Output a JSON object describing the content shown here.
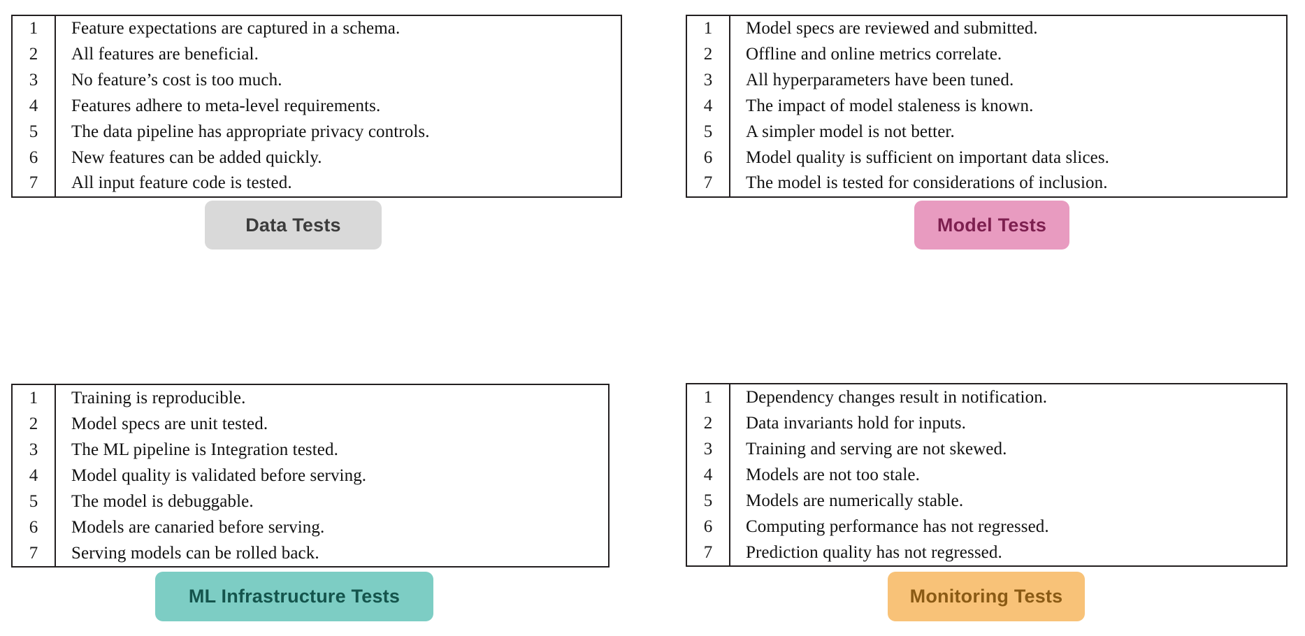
{
  "figure": {
    "kind": "ml-test-score-rubric",
    "quadrant_count": 4,
    "rows_per_table": 7
  },
  "quadrants": [
    {
      "id": "data-tests",
      "badge": {
        "label": "Data Tests",
        "bg_color": "#d9d9d9",
        "text_color": "#3c3c3c"
      },
      "rows": [
        {
          "num": "1",
          "text": "Feature expectations are captured in a schema."
        },
        {
          "num": "2",
          "text": "All features are beneficial."
        },
        {
          "num": "3",
          "text": "No feature’s cost is too much."
        },
        {
          "num": "4",
          "text": "Features adhere to meta-level requirements."
        },
        {
          "num": "5",
          "text": "The data pipeline has appropriate privacy controls."
        },
        {
          "num": "6",
          "text": "New features can be added quickly."
        },
        {
          "num": "7",
          "text": "All input feature code is tested."
        }
      ]
    },
    {
      "id": "model-tests",
      "badge": {
        "label": "Model Tests",
        "bg_color": "#e89bc0",
        "text_color": "#7d1f4f"
      },
      "rows": [
        {
          "num": "1",
          "text": "Model specs are reviewed and submitted."
        },
        {
          "num": "2",
          "text": "Offline and online metrics correlate."
        },
        {
          "num": "3",
          "text": "All hyperparameters have been tuned."
        },
        {
          "num": "4",
          "text": "The impact of model staleness is known."
        },
        {
          "num": "5",
          "text": "A simpler model is not better."
        },
        {
          "num": "6",
          "text": "Model quality is sufficient on important data slices."
        },
        {
          "num": "7",
          "text": "The model is tested for considerations of inclusion."
        }
      ]
    },
    {
      "id": "ml-infrastructure-tests",
      "badge": {
        "label": "ML Infrastructure Tests",
        "bg_color": "#7dcdc4",
        "text_color": "#14544c"
      },
      "rows": [
        {
          "num": "1",
          "text": "Training is reproducible."
        },
        {
          "num": "2",
          "text": "Model specs are unit tested."
        },
        {
          "num": "3",
          "text": "The ML pipeline is Integration tested."
        },
        {
          "num": "4",
          "text": "Model quality is validated before serving."
        },
        {
          "num": "5",
          "text": "The model is debuggable."
        },
        {
          "num": "6",
          "text": "Models are canaried before serving."
        },
        {
          "num": "7",
          "text": "Serving models can be rolled back."
        }
      ]
    },
    {
      "id": "monitoring-tests",
      "badge": {
        "label": "Monitoring Tests",
        "bg_color": "#f8c278",
        "text_color": "#8a5a14"
      },
      "rows": [
        {
          "num": "1",
          "text": "Dependency changes result in notification."
        },
        {
          "num": "2",
          "text": "Data invariants hold for inputs."
        },
        {
          "num": "3",
          "text": "Training and serving are not skewed."
        },
        {
          "num": "4",
          "text": "Models are not too stale."
        },
        {
          "num": "5",
          "text": "Models are numerically stable."
        },
        {
          "num": "6",
          "text": "Computing performance has not regressed."
        },
        {
          "num": "7",
          "text": "Prediction quality has not regressed."
        }
      ]
    }
  ]
}
